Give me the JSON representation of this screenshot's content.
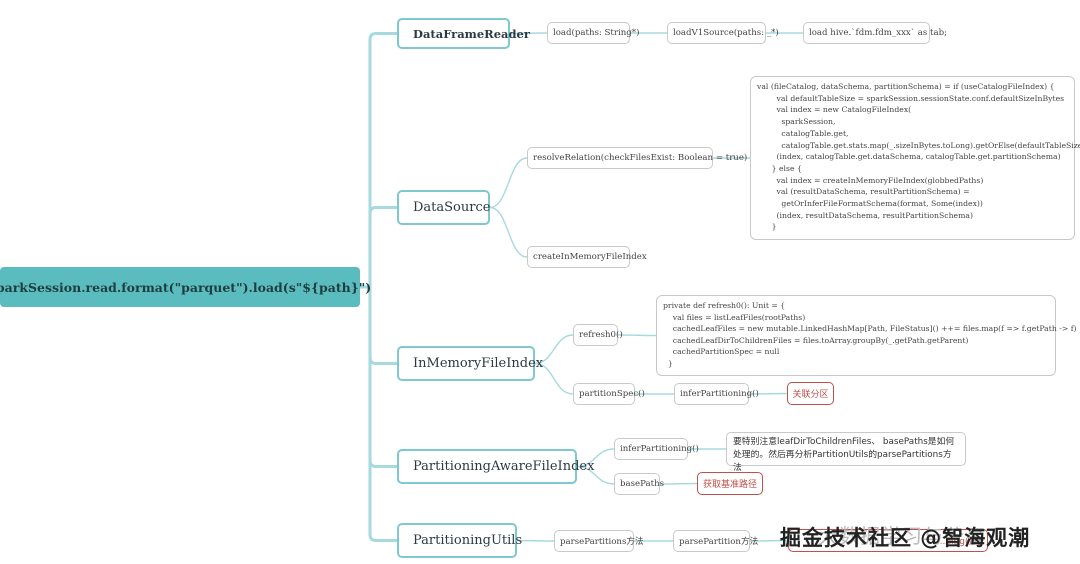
{
  "root": {
    "label": "sparkSession.read.format(\"parquet\").load(s\"${path}\")"
  },
  "branches": {
    "dataframereader": {
      "label": "DataFrameReader",
      "load": "load(paths: String*)",
      "loadv1": "loadV1Source(paths: _*)",
      "hive": "load hive.`fdm.fdm_xxx` as tab;"
    },
    "datasource": {
      "label": "DataSource",
      "resolve": "resolveRelation(checkFilesExist: Boolean = true)",
      "create": "createInMemoryFileIndex",
      "resolve_code": "val (fileCatalog, dataSchema, partitionSchema) = if (useCatalogFileIndex) {\n        val defaultTableSize = sparkSession.sessionState.conf.defaultSizeInBytes\n        val index = new CatalogFileIndex(\n          sparkSession,\n          catalogTable.get,\n          catalogTable.get.stats.map(_.sizeInBytes.toLong).getOrElse(defaultTableSize))\n        (index, catalogTable.get.dataSchema, catalogTable.get.partitionSchema)\n      } else {\n        val index = createInMemoryFileIndex(globbedPaths)\n        val (resultDataSchema, resultPartitionSchema) =\n          getOrInferFileFormatSchema(format, Some(index))\n        (index, resultDataSchema, resultPartitionSchema)\n      }"
    },
    "inmemory": {
      "label": "InMemoryFileIndex",
      "refresh0": "refresh0()",
      "refresh_code": "private def refresh0(): Unit = {\n    val files = listLeafFiles(rootPaths)\n    cachedLeafFiles = new mutable.LinkedHashMap[Path, FileStatus]() ++= files.map(f => f.getPath -> f)\n    cachedLeafDirToChildrenFiles = files.toArray.groupBy(_.getPath.getParent)\n    cachedPartitionSpec = null\n  }",
      "partitionspec": "partitionSpec()",
      "infer": "inferPartitioning()",
      "related": "关联分区"
    },
    "partitioningaware": {
      "label": "PartitioningAwareFileIndex",
      "infer": "inferPartitioning()",
      "note": "要特别注意leafDirToChildrenFiles、 basePaths是如何处理的。然后再分析PartitionUtils的parsePartitions方法",
      "basepaths": "basePaths",
      "get_base": "获取基准路径"
    },
    "partitioningutils": {
      "label": "PartitioningUtils",
      "parse_partitions": "parsePartitions方法",
      "parse_partition": "parsePartition方法",
      "hidden_tail": "....ning()的"
    }
  },
  "watermark": {
    "line1": "大数据学习与分享",
    "line2": "掘金技术社区 @智海观潮"
  },
  "colors": {
    "root": "#5bbcc0",
    "line": "#a6dade",
    "main_border": "#7ec8d0",
    "accent_red": "#c0504d"
  }
}
